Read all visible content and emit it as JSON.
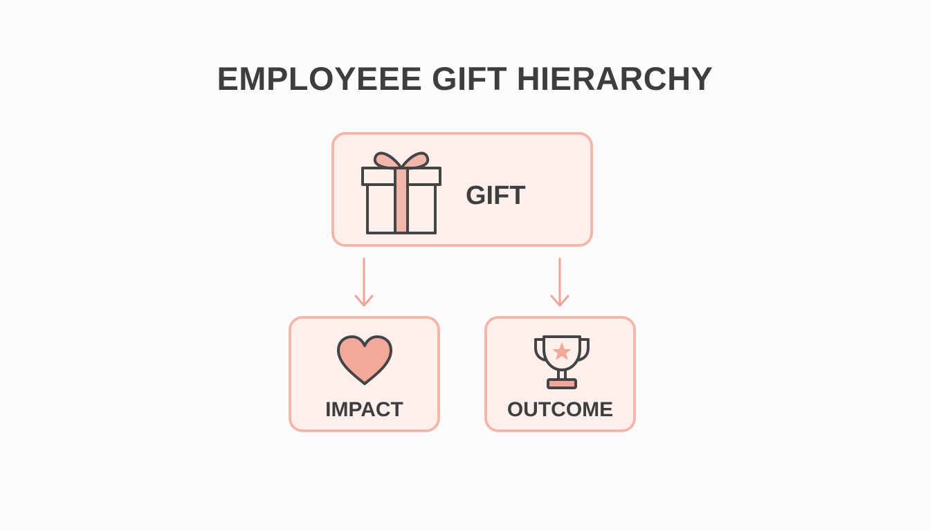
{
  "title": "EMPLOYEEE GIFT HIERARCHY",
  "nodes": {
    "gift": {
      "label": "GIFT",
      "icon": "gift-icon"
    },
    "impact": {
      "label": "IMPACT",
      "icon": "heart-icon"
    },
    "outcome": {
      "label": "OUTCOME",
      "icon": "trophy-icon"
    }
  },
  "edges": [
    {
      "from": "gift",
      "to": "impact"
    },
    {
      "from": "gift",
      "to": "outcome"
    }
  ],
  "colors": {
    "accent": "#f2b6ab",
    "node_fill": "#fcefec",
    "text": "#3e3e3e",
    "background": "#fbfbfb"
  }
}
